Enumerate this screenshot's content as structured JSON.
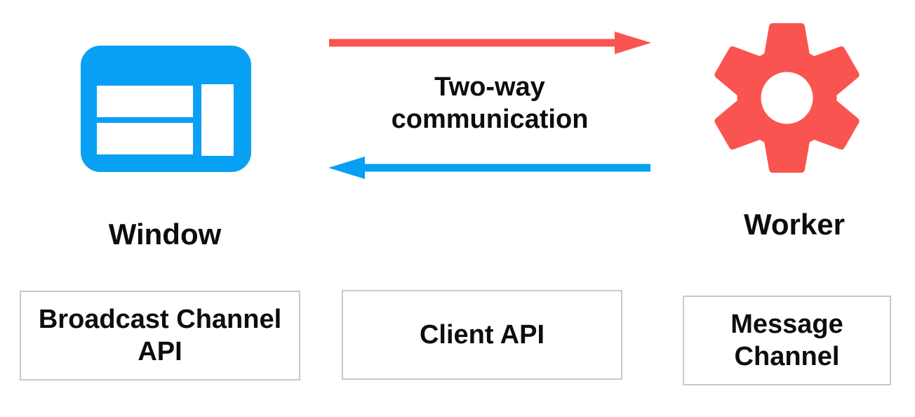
{
  "nodes": {
    "window": {
      "label": "Window",
      "icon": "browser-window-icon",
      "color": "#08a0f2"
    },
    "worker": {
      "label": "Worker",
      "icon": "gear-icon",
      "color": "#f95450"
    }
  },
  "communication": {
    "label": "Two-way communication",
    "top_arrow": {
      "icon": "arrow-right-icon",
      "color": "#f95450"
    },
    "bottom_arrow": {
      "icon": "arrow-left-icon",
      "color": "#08a0f2"
    }
  },
  "api_boxes": [
    {
      "label": "Broadcast Channel API"
    },
    {
      "label": "Client API"
    },
    {
      "label": "Message Channel"
    }
  ],
  "colors": {
    "background": "#ffffff",
    "text": "#0d0d0d",
    "box_border": "#c9c9c9",
    "blue": "#08a0f2",
    "red": "#f95450"
  }
}
